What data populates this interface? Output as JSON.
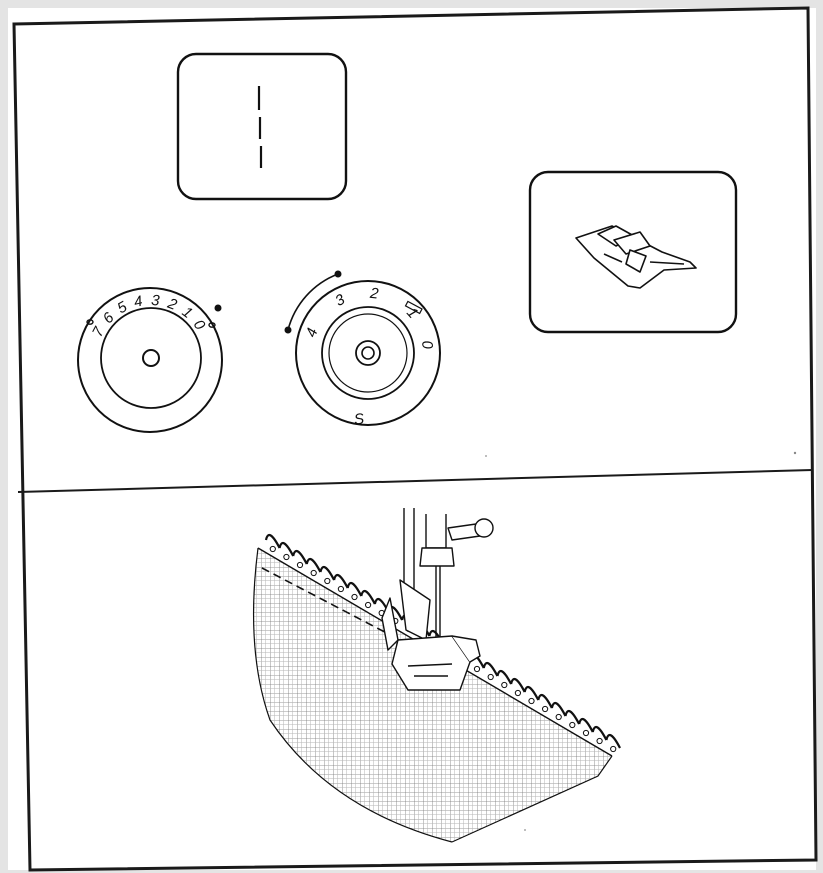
{
  "width_dial": {
    "numbers": [
      "7",
      "6",
      "5",
      "4",
      "3",
      "2",
      "1",
      "0"
    ]
  },
  "length_dial": {
    "numbers": [
      "4",
      "3",
      "2",
      "1",
      "0"
    ],
    "special": "S"
  }
}
